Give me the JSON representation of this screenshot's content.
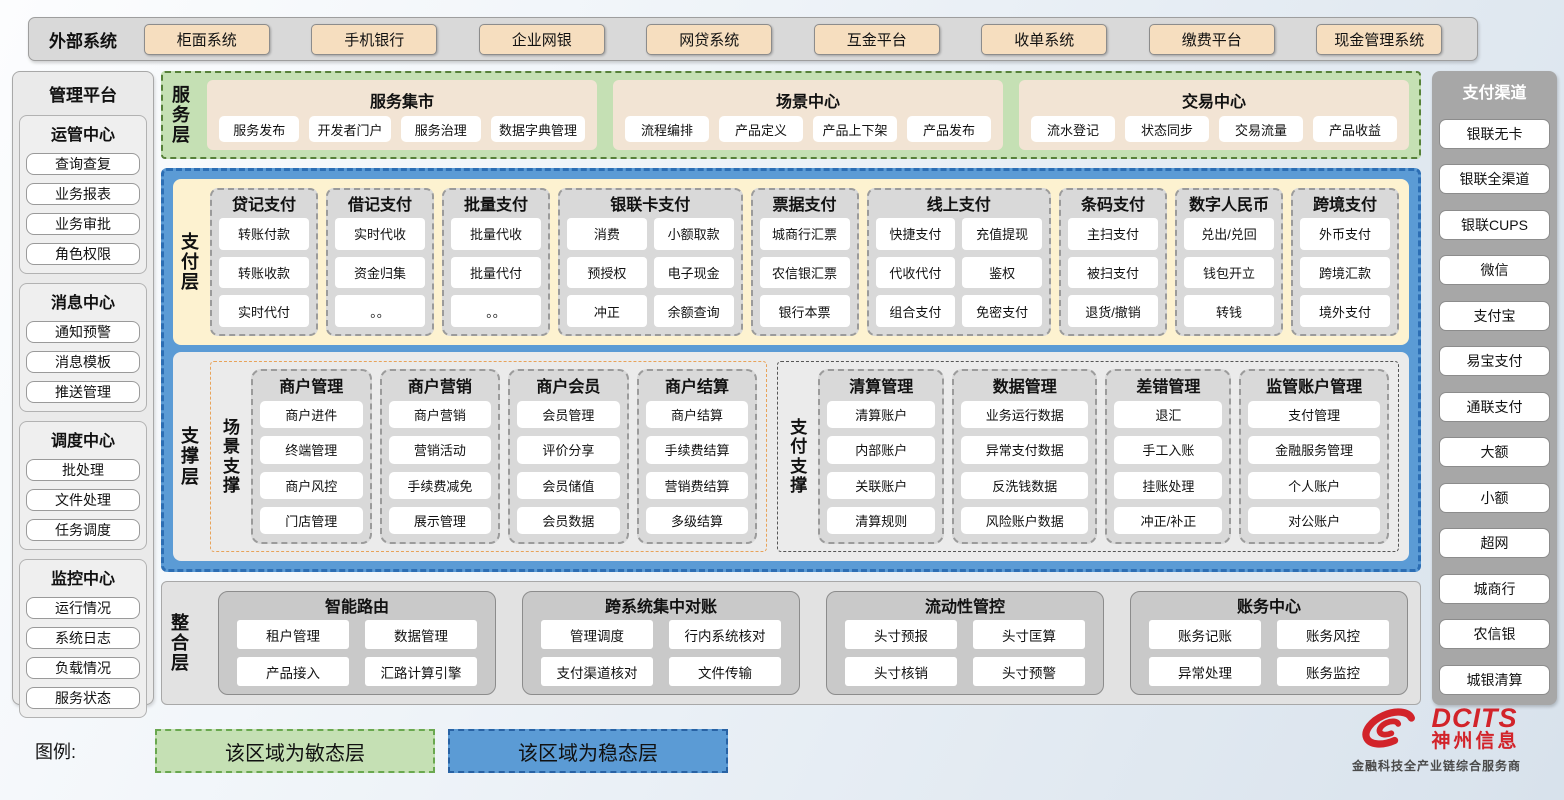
{
  "external_systems": {
    "label": "外部系统",
    "items": [
      "柜面系统",
      "手机银行",
      "企业网银",
      "网贷系统",
      "互金平台",
      "收单系统",
      "缴费平台",
      "现金管理系统"
    ]
  },
  "management_platform": {
    "title": "管理平台",
    "sections": [
      {
        "title": "运管中心",
        "items": [
          "查询查复",
          "业务报表",
          "业务审批",
          "角色权限"
        ]
      },
      {
        "title": "消息中心",
        "items": [
          "通知预警",
          "消息模板",
          "推送管理"
        ]
      },
      {
        "title": "调度中心",
        "items": [
          "批处理",
          "文件处理",
          "任务调度"
        ]
      },
      {
        "title": "监控中心",
        "items": [
          "运行情况",
          "系统日志",
          "负载情况",
          "服务状态"
        ]
      }
    ]
  },
  "service_layer": {
    "label": "服务层",
    "sections": [
      {
        "title": "服务集市",
        "items": [
          "服务发布",
          "开发者门户",
          "服务治理",
          "数据字典管理"
        ]
      },
      {
        "title": "场景中心",
        "items": [
          "流程编排",
          "产品定义",
          "产品上下架",
          "产品发布"
        ]
      },
      {
        "title": "交易中心",
        "items": [
          "流水登记",
          "状态同步",
          "交易流量",
          "产品收益"
        ]
      }
    ]
  },
  "payment_layer": {
    "label": "支付层",
    "columns": [
      {
        "title": "贷记支付",
        "cols": 1,
        "items": [
          "转账付款",
          "转账收款",
          "实时代付"
        ]
      },
      {
        "title": "借记支付",
        "cols": 1,
        "items": [
          "实时代收",
          "资金归集",
          "。。"
        ]
      },
      {
        "title": "批量支付",
        "cols": 1,
        "items": [
          "批量代收",
          "批量代付",
          "。。"
        ]
      },
      {
        "title": "银联卡支付",
        "cols": 2,
        "items": [
          "消费",
          "小额取款",
          "预授权",
          "电子现金",
          "冲正",
          "余额查询"
        ]
      },
      {
        "title": "票据支付",
        "cols": 1,
        "items": [
          "城商行汇票",
          "农信银汇票",
          "银行本票"
        ]
      },
      {
        "title": "线上支付",
        "cols": 2,
        "items": [
          "快捷支付",
          "充值提现",
          "代收代付",
          "鉴权",
          "组合支付",
          "免密支付"
        ]
      },
      {
        "title": "条码支付",
        "cols": 1,
        "items": [
          "主扫支付",
          "被扫支付",
          "退货/撤销"
        ]
      },
      {
        "title": "数字人民币",
        "cols": 1,
        "items": [
          "兑出/兑回",
          "钱包开立",
          "转钱"
        ]
      },
      {
        "title": "跨境支付",
        "cols": 1,
        "items": [
          "外币支付",
          "跨境汇款",
          "境外支付"
        ]
      }
    ]
  },
  "support_layer": {
    "label": "支撑层",
    "groups": [
      {
        "label": "场景支撑",
        "accent": "scene",
        "columns": [
          {
            "title": "商户管理",
            "items": [
              "商户进件",
              "终端管理",
              "商户风控",
              "门店管理"
            ]
          },
          {
            "title": "商户营销",
            "items": [
              "商户营销",
              "营销活动",
              "手续费减免",
              "展示管理"
            ]
          },
          {
            "title": "商户会员",
            "items": [
              "会员管理",
              "评价分享",
              "会员储值",
              "会员数据"
            ]
          },
          {
            "title": "商户结算",
            "items": [
              "商户结算",
              "手续费结算",
              "营销费结算",
              "多级结算"
            ]
          }
        ]
      },
      {
        "label": "支付支撑",
        "accent": "pay",
        "columns": [
          {
            "title": "清算管理",
            "items": [
              "清算账户",
              "内部账户",
              "关联账户",
              "清算规则"
            ]
          },
          {
            "title": "数据管理",
            "items": [
              "业务运行数据",
              "异常支付数据",
              "反洗钱数据",
              "风险账户数据"
            ]
          },
          {
            "title": "差错管理",
            "items": [
              "退汇",
              "手工入账",
              "挂账处理",
              "冲正/补正"
            ]
          },
          {
            "title": "监管账户管理",
            "items": [
              "支付管理",
              "金融服务管理",
              "个人账户",
              "对公账户"
            ]
          }
        ]
      }
    ]
  },
  "integration_layer": {
    "label": "整合层",
    "sections": [
      {
        "title": "智能路由",
        "items": [
          "租户管理",
          "数据管理",
          "产品接入",
          "汇路计算引擎"
        ]
      },
      {
        "title": "跨系统集中对账",
        "items": [
          "管理调度",
          "行内系统核对",
          "支付渠道核对",
          "文件传输"
        ]
      },
      {
        "title": "流动性管控",
        "items": [
          "头寸预报",
          "头寸匡算",
          "头寸核销",
          "头寸预警"
        ]
      },
      {
        "title": "账务中心",
        "items": [
          "账务记账",
          "账务风控",
          "异常处理",
          "账务监控"
        ]
      }
    ]
  },
  "payment_channels": {
    "title": "支付渠道",
    "items": [
      "银联无卡",
      "银联全渠道",
      "银联CUPS",
      "微信",
      "支付宝",
      "易宝支付",
      "通联支付",
      "大额",
      "小额",
      "超网",
      "城商行",
      "农信银",
      "城银清算"
    ]
  },
  "legend": {
    "label": "图例:",
    "agile": "该区域为敏态层",
    "stable": "该区域为稳态层"
  },
  "logo": {
    "brand": "DCITS",
    "name": "神州信息",
    "tagline": "金融科技全产业链综合服务商"
  },
  "colors": {
    "accent_blue": "#5b9bd5",
    "blue_border": "#2c6eb4",
    "agile_green": "#c5e0b4",
    "green_border": "#57813a",
    "payment_cream": "#fdf2d0",
    "external_tan": "#f6debf",
    "panel_gray": "#d9d9d9",
    "orange_border": "#e8a35a",
    "logo_red": "#d2232a"
  }
}
